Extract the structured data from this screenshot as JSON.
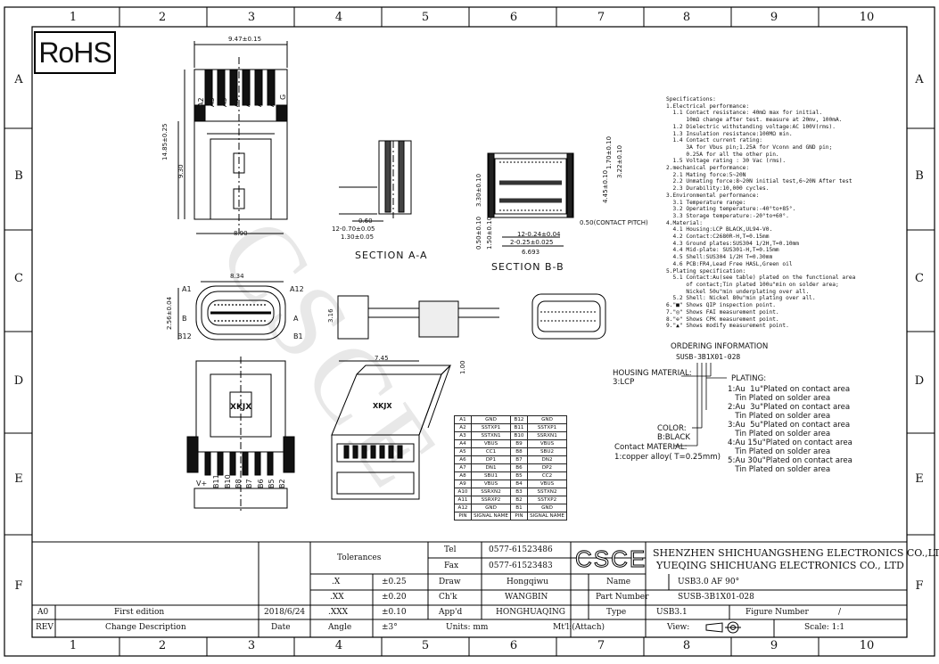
{
  "frame": {
    "columns": [
      "1",
      "2",
      "3",
      "4",
      "5",
      "6",
      "7",
      "8",
      "9",
      "10"
    ],
    "rows": [
      "A",
      "B",
      "C",
      "D",
      "E",
      "F"
    ]
  },
  "rohs": "RoHS",
  "watermark": "CSCE",
  "drawing": {
    "top_view_dim_width": "9.47±0.15",
    "top_view_dim_length": "14.85±0.25",
    "top_view_dim_9_30": "9.30",
    "top_view_dim_8_90": "8.90",
    "top_pins_left": [
      "A2",
      "A3",
      "A5",
      "A6",
      "A7",
      "A10",
      "A11",
      "G"
    ],
    "section_aa": "SECTION A-A",
    "section_bb": "SECTION B-B",
    "dim_0_12": "12-0.70±0.05",
    "dim_1_30": "1.30±0.05",
    "dim_0_60": "0.60",
    "dim_pitch": "0.50(CONTACT PITCH)",
    "dim_2_0_25": "2-0.25±0.025",
    "dim_12_0_24": "12-0.24±0.04",
    "dim_6_693": "6.693",
    "dim_1_70": "1.70±0.10",
    "dim_3_22": "3.22±0.10",
    "dim_4_45": "4.45±0.10",
    "dim_3_30": "3.30±0.10",
    "dim_0_50": "0.50±0.10",
    "dim_1_50": "1.50±0.10",
    "front_dim_834": "8.34",
    "front_dim_256": "2.56±0.04",
    "front_a1": "A1",
    "front_a12": "A12",
    "front_b": "B",
    "front_a": "A",
    "front_b12": "B12",
    "front_b1": "B1",
    "side_dim_745": "7.45",
    "side_dim_316": "3.16",
    "side_dim_100": "1.00",
    "bottom_brand": "XKJX",
    "bottom_pins": [
      "V+",
      "B11",
      "B10",
      "B8",
      "B7",
      "B6",
      "B5",
      "B2"
    ],
    "iso_brand": "XKJX"
  },
  "specifications": [
    "Specifications:",
    "1.Electrical performance:",
    "  1.1 Contact resistance: 40mΩ max for initial.",
    "      10mΩ change after test. measure at 20mv, 100mA.",
    "  1.2 Dielectric withstanding voltage:AC 100V(rms).",
    "  1.3 Insulation resistance:100MΩ min.",
    "  1.4 Contact current rating:",
    "      3A for Vbus pin;1.25A for Vconn and GND pin;",
    "      0.25A for all the other pin.",
    "  1.5 Voltage rating : 30 Vac (rms).",
    "2.mechanical performance:",
    "  2.1 Mating force:5~20N",
    "  2.2 Unmating force:8~20N initial test,6~20N After test",
    "  2.3 Durability:10,000 cycles.",
    "3.Environmental performance:",
    "  3.1 Temperature range:",
    "  3.2 Operating temperature:-40°to+85°.",
    "  3.3 Storage temperature:-20°to+60°.",
    "4.Material:",
    "  4.1 Housing:LCP BLACK,UL94-V0.",
    "  4.2 Contact:C2680R-H,T=0.15mm",
    "  4.3 Ground plates:SUS304 1/2H,T=0.10mm",
    "  4.4 Mid-plate: SUS301-H,T=0.15mm",
    "  4.5 Shell:SUS304 1/2H T=0.30mm",
    "  4.6 PCB:FR4,Lead Free HASL,Green oil",
    "5.Plating specification:",
    "  5.1 Contact:Au(see table) plated on the functional area",
    "      of contact;Tin plated 100u\"min on solder area;",
    "      Nickel 50u\"min underplating over all.",
    "  5.2 Shell: Nickel 80u\"min plating over all.",
    "6.\"■\" Shows QIP inspection point.",
    "7.\"◎\" Shows FAI measurement point.",
    "8.\"⊕\" Shows CPK measurement point.",
    "9.\"▲\" Shows modify measurement point."
  ],
  "ordering": {
    "title": "ORDERING INFORMATION",
    "code": "SUSB-3B1X01-028",
    "housing_label": "HOUSING MATERIAL:",
    "housing_value": "3:LCP",
    "plating_title": "PLATING:",
    "plating": [
      "1:Au  1u\"Plated on contact area",
      "   Tin Plated on solder area",
      "2:Au  3u\"Plated on contact area",
      "   Tin Plated on solder area",
      "3:Au  5u\"Plated on contact area",
      "   Tin Plated on solder area",
      "4:Au 15u\"Plated on contact area",
      "   Tin Plated on solder area",
      "5:Au 30u\"Plated on contact area",
      "   Tin Plated on solder area"
    ],
    "color_label": "COLOR:",
    "color_value": "B:BLACK",
    "contact_label": "Contact MATERIAL:",
    "contact_value": "1:copper alloy( T=0.25mm)"
  },
  "pin_table": {
    "rows": [
      [
        "A1",
        "GND",
        "B12",
        "GND"
      ],
      [
        "A2",
        "SSTXP1",
        "B11",
        "SSTXP1"
      ],
      [
        "A3",
        "SSTXN1",
        "B10",
        "SSRXN1"
      ],
      [
        "A4",
        "VBUS",
        "B9",
        "VBUS"
      ],
      [
        "A5",
        "CC1",
        "B8",
        "SBU2"
      ],
      [
        "A6",
        "DP1",
        "B7",
        "DN2"
      ],
      [
        "A7",
        "DN1",
        "B6",
        "DP2"
      ],
      [
        "A8",
        "SBU1",
        "B5",
        "CC2"
      ],
      [
        "A9",
        "VBUS",
        "B4",
        "VBUS"
      ],
      [
        "A10",
        "SSRXN2",
        "B3",
        "SSTXN2"
      ],
      [
        "A11",
        "SSRXP2",
        "B2",
        "SSTXP2"
      ],
      [
        "A12",
        "GND",
        "B1",
        "GND"
      ],
      [
        "PIN",
        "SIGNAL NAME",
        "PIN",
        "SIGNAL NAME"
      ]
    ]
  },
  "title_block": {
    "tolerances": "Tolerances",
    "tol_x": ".X",
    "tol_x_val": "±0.25",
    "tol_xx": ".XX",
    "tol_xx_val": "±0.20",
    "tol_xxx": ".XXX",
    "tol_xxx_val": "±0.10",
    "angle": "Angle",
    "angle_val": "±3°",
    "tel_label": "Tel",
    "tel_value": "0577-61523486",
    "fax_label": "Fax",
    "fax_value": "0577-61523483",
    "logo": "CSCE",
    "company1": "SHENZHEN SHICHUANGSHENG ELECTRONICS CO.,LTD",
    "company2": "YUEQING SHICHUANG ELECTRONICS CO., LTD",
    "draw_label": "Draw",
    "draw_value": "Hongqiwu",
    "chk_label": "Ch'k",
    "chk_value": "WANGBIN",
    "appd_label": "App'd",
    "appd_value": "HONGHUAQING",
    "units": "Units: mm",
    "mtl": "Mt'l:(Attach)",
    "name_label": "Name",
    "name_value": "USB3.0 AF 90°",
    "part_label": "Part Number",
    "part_value": "SUSB-3B1X01-028",
    "type_label": "Type",
    "type_value": "USB3.1",
    "figure_label": "Figure Number",
    "figure_value": "/",
    "view_label": "View:",
    "scale_label": "Scale: 1:1",
    "rev_a0": "A0",
    "rev_a0_desc": "First edition",
    "rev_a0_date": "2018/6/24",
    "rev_label": "REV",
    "change_desc": "Change Description",
    "date_label": "Date"
  }
}
